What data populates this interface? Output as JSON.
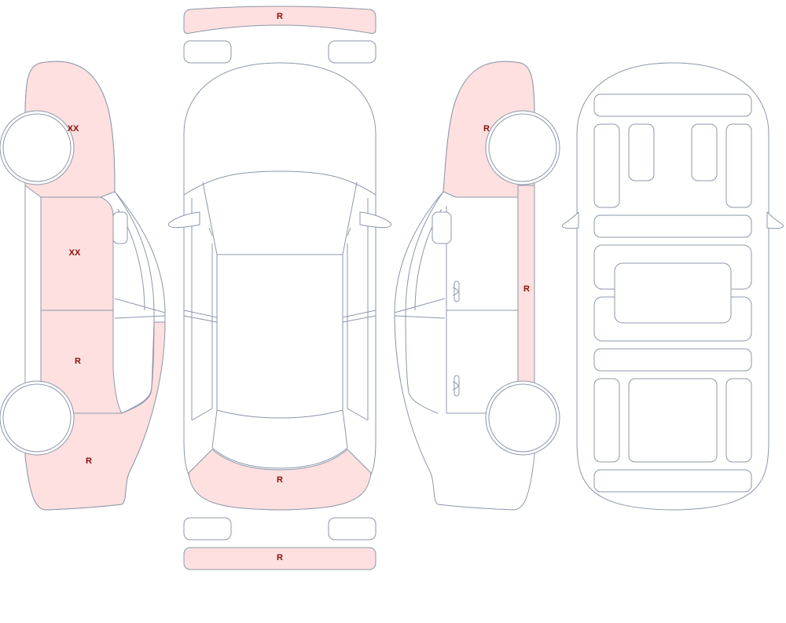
{
  "colors": {
    "damage_fill": "#fde0df",
    "outline": "#8c97ab",
    "label": "#8b0d0d"
  },
  "labels": {
    "left_front_fender": "XX",
    "left_front_door": "XX",
    "left_rear_door": "R",
    "left_rear_quarter": "R",
    "front_bumper": "R",
    "rear_trunk": "R",
    "rear_bumper": "R",
    "right_front_fender": "R",
    "right_rocker": "R"
  }
}
